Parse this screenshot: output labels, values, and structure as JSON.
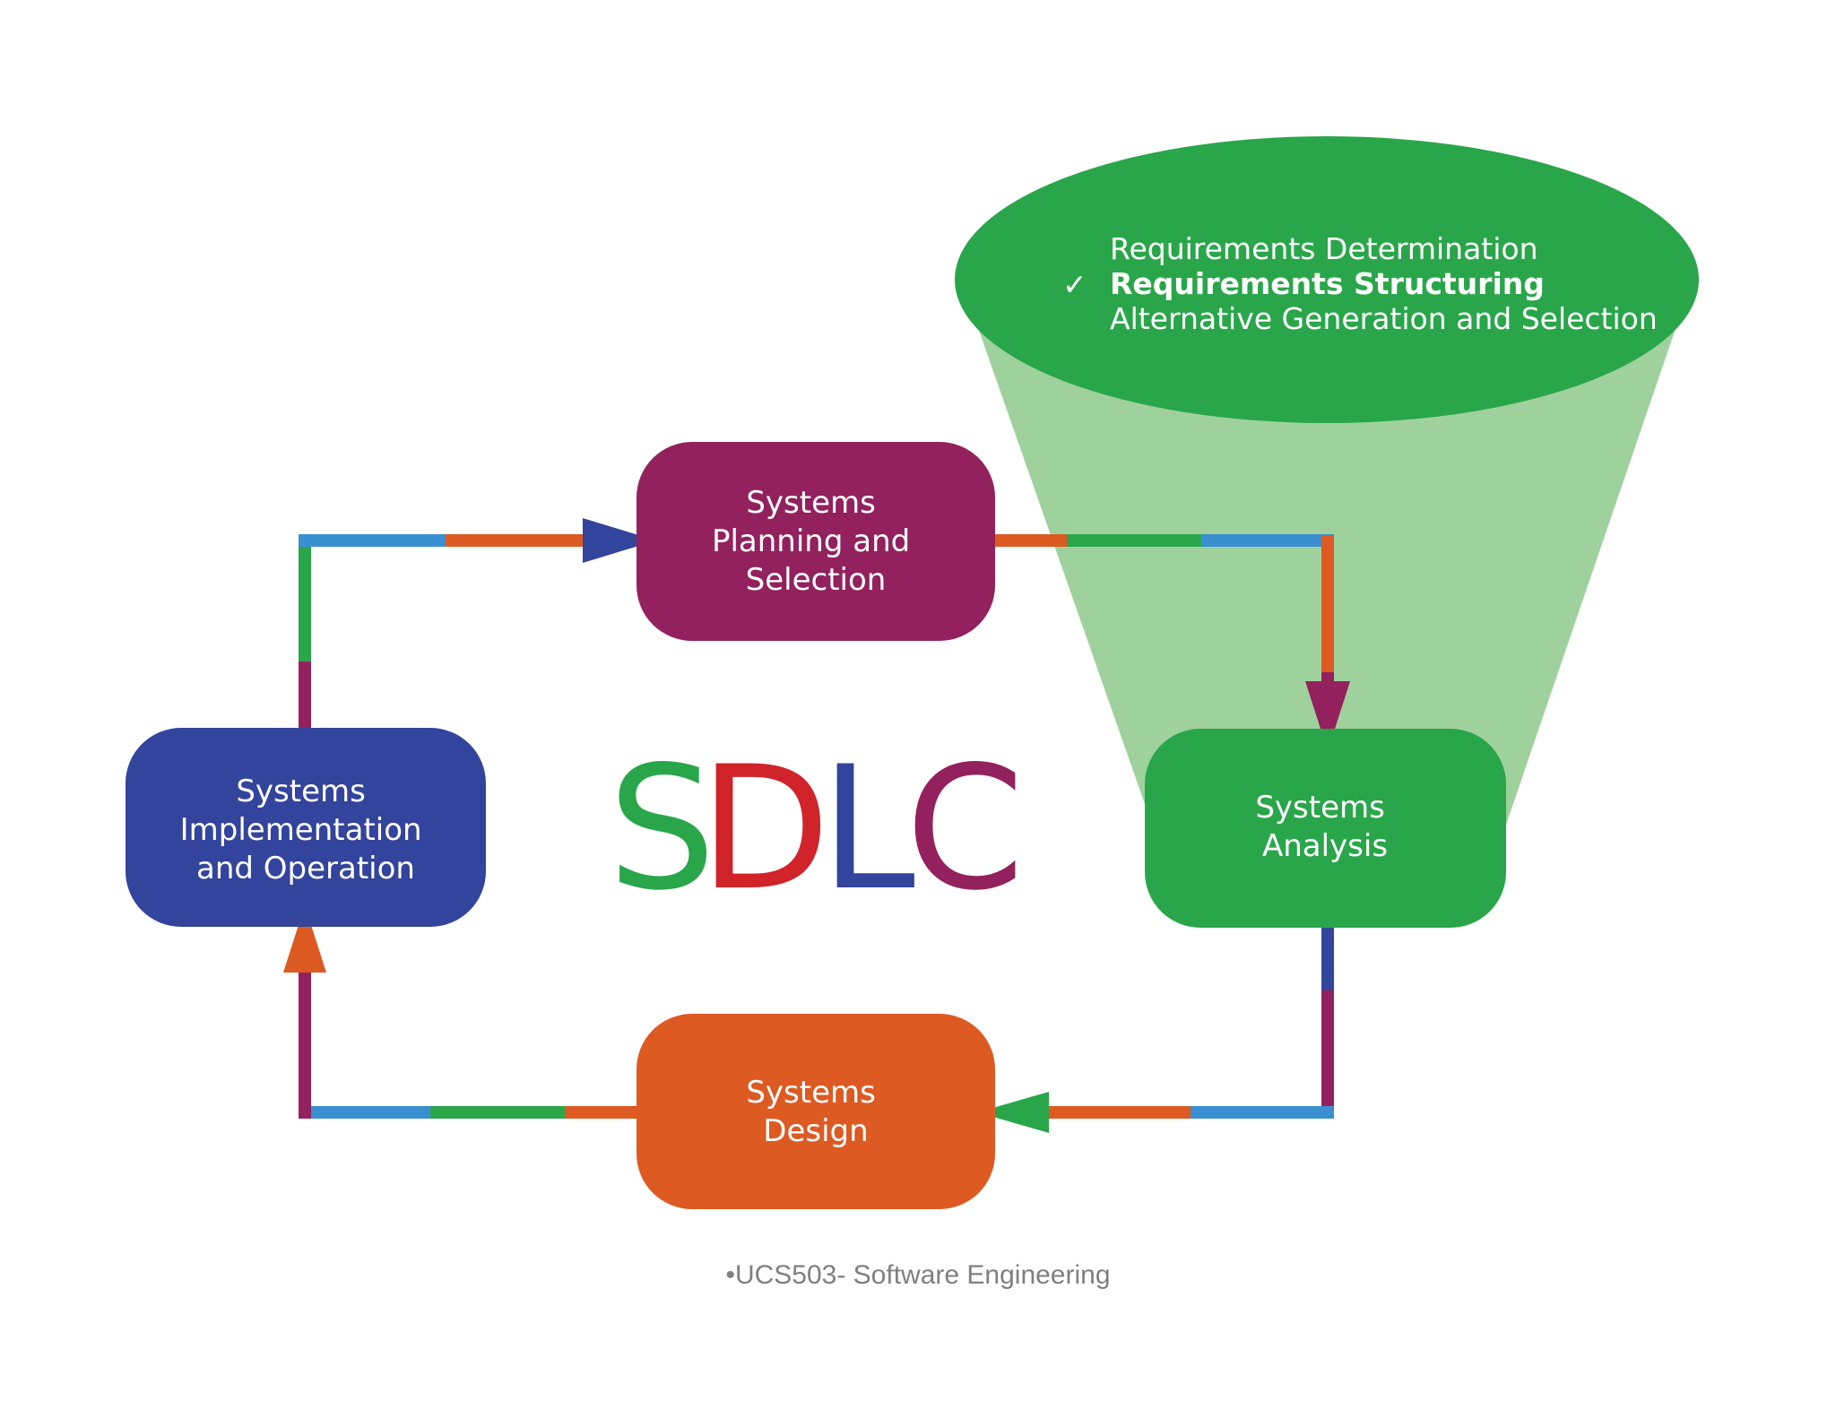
{
  "phases": {
    "planning": {
      "lines": [
        "Systems",
        "Planning and",
        "Selection"
      ],
      "color": "#93215e"
    },
    "analysis": {
      "lines": [
        "Systems",
        "Analysis"
      ],
      "color": "#2aa64a"
    },
    "design": {
      "lines": [
        "Systems",
        "Design"
      ],
      "color": "#dd5a22"
    },
    "implementation": {
      "lines": [
        "Systems",
        "Implementation",
        "and Operation"
      ],
      "color": "#33449c"
    }
  },
  "bubble": {
    "items": [
      {
        "text": "Requirements Determination",
        "checked": false
      },
      {
        "text": "Requirements Structuring",
        "checked": true
      },
      {
        "text": "Alternative Generation and Selection",
        "checked": false
      }
    ],
    "check_glyph": "✓"
  },
  "center_label": {
    "letters": [
      {
        "char": "S",
        "color": "#2aa64a"
      },
      {
        "char": "D",
        "color": "#d0242a"
      },
      {
        "char": "L",
        "color": "#33449c"
      },
      {
        "char": "C",
        "color": "#93215e"
      }
    ]
  },
  "footer": "•UCS503- Software Engineering",
  "colors": {
    "green": "#2aa64a",
    "light_green": "#9fd19d",
    "blue": "#33449c",
    "light_blue": "#3a8fd1",
    "orange": "#dd5a22",
    "purple": "#93215e",
    "red": "#d0242a"
  }
}
